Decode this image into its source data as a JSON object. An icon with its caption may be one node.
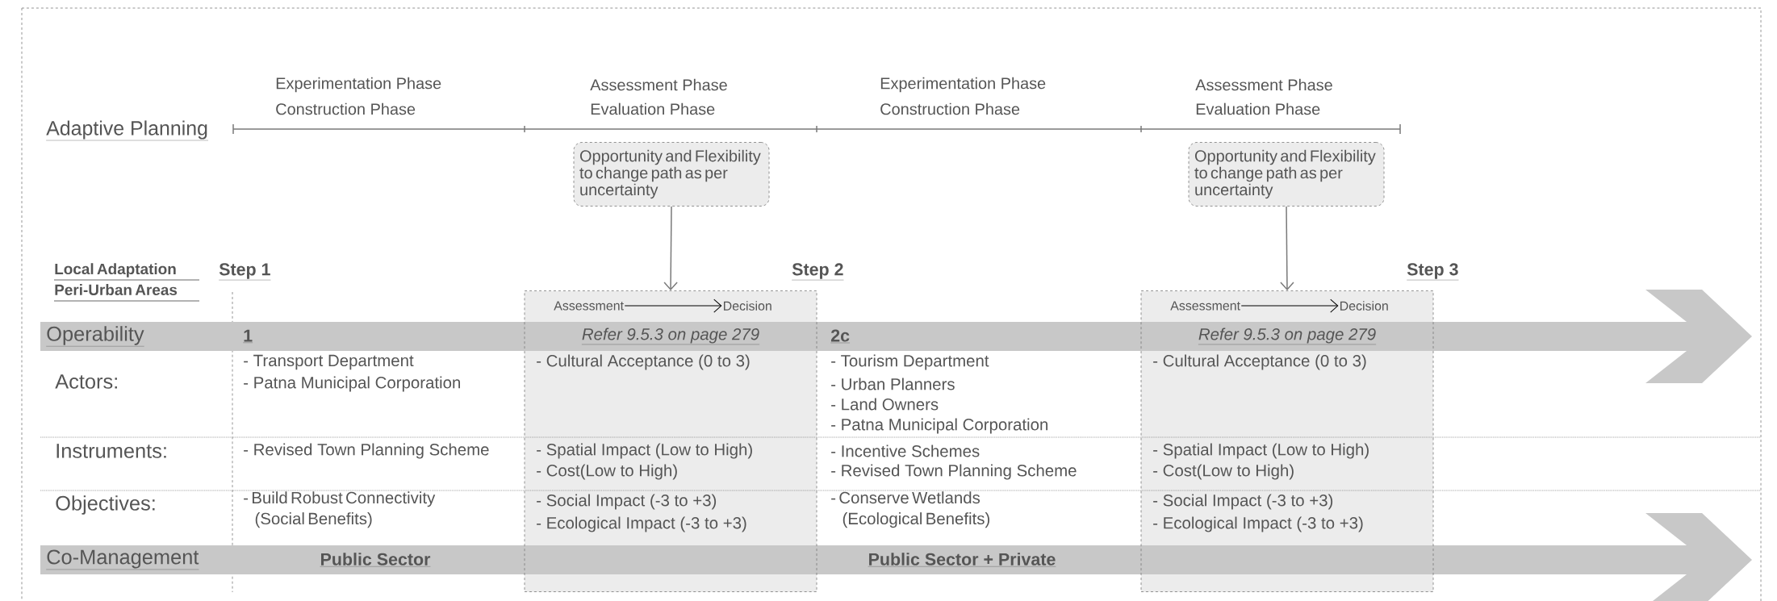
{
  "diagram": {
    "nodes": [
      {
        "text": [
          "Opportunity and Flexibility to change path as per uncertainty"
        ]
      },
      {
        "text": [
          "Opportunity and Flexibility to change path as per uncertainty"
        ]
      },
      {
        "text": [
          "Refer 9.5.3 on page 279",
          "- Cultural Acceptance (0 to 3)",
          "- Spatial Impact (Low to High)",
          "- Cost(Low to High)",
          "- Social Impact (-3 to +3)",
          "- Ecological Impact (-3 to +3)"
        ]
      },
      {
        "text": [
          "Assessment"
        ],
        "in": 2
      },
      {
        "text": [
          "Decision"
        ],
        "in": 2
      },
      {
        "text": [
          "Refer 9.5.3 on page 279",
          "- Cultural Acceptance (0 to 3)",
          "- Spatial Impact (Low to High)",
          "- Cost(Low to High)",
          "- Social Impact (-3 to +3)",
          "- Ecological Impact (-3 to +3)"
        ]
      },
      {
        "text": [
          "Assessment"
        ],
        "in": 5
      },
      {
        "text": [
          "Decision"
        ],
        "in": 5
      },
      {
        "text": [
          "Operability",
          "1",
          "2c"
        ]
      },
      {
        "text": [
          "Co-Management",
          "Public Sector",
          "Public Sector + Private"
        ]
      }
    ],
    "edges": [
      {
        "from": 0,
        "to": 2,
        "arrow": "to"
      },
      {
        "from": 3,
        "to": 4,
        "arrow": "to",
        "color": "#000000"
      },
      {
        "from": 1,
        "to": 5,
        "arrow": "to"
      },
      {
        "from": 6,
        "to": 7,
        "arrow": "to",
        "color": "#000000"
      }
    ],
    "labels": [
      "Experimentation Phase",
      "Construction Phase",
      "Assessment Phase",
      "Evaluation Phase",
      "Experimentation Phase",
      "Construction Phase",
      "Assessment Phase",
      "Evaluation Phase",
      "Adaptive Planning",
      "Local Adaptation Peri-Urban Areas",
      "Step 1",
      "Step 2",
      "Step 3",
      "Actors:",
      "- Transport Department",
      "- Patna Municipal Corporation",
      "- Tourism Department",
      "- Urban Planners",
      "- Land Owners",
      "- Patna Municipal Corporation",
      "Instruments:",
      "- Revised Town Planning Scheme",
      "- Incentive Schemes",
      "- Revised Town Planning Scheme",
      "Objectives:",
      "- Build Robust Connectivity (Social Benefits)",
      "- Conserve Wetlands (Ecological Benefits)"
    ]
  }
}
